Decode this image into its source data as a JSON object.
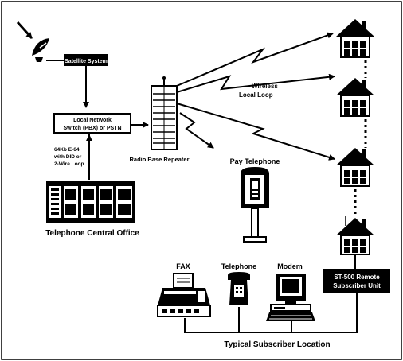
{
  "labels": {
    "satellite_system": "Satellite System",
    "local_network_line1": "Local Network",
    "local_network_line2": "Switch (PBX) or PSTN",
    "trunk_line1": "64Kb E-64",
    "trunk_line2": "with DID or",
    "trunk_line3": "2-Wire Loop",
    "central_office": "Telephone Central Office",
    "radio_base": "Radio Base Repeater",
    "wireless_line1": "Wireless",
    "wireless_line2": "Local Loop",
    "pay_telephone": "Pay Telephone",
    "fax": "FAX",
    "telephone": "Telephone",
    "modem": "Modem",
    "remote_unit_line1": "ST-500 Remote",
    "remote_unit_line2": "Subscriber Unit",
    "subscriber_location": "Typical Subscriber Location"
  }
}
